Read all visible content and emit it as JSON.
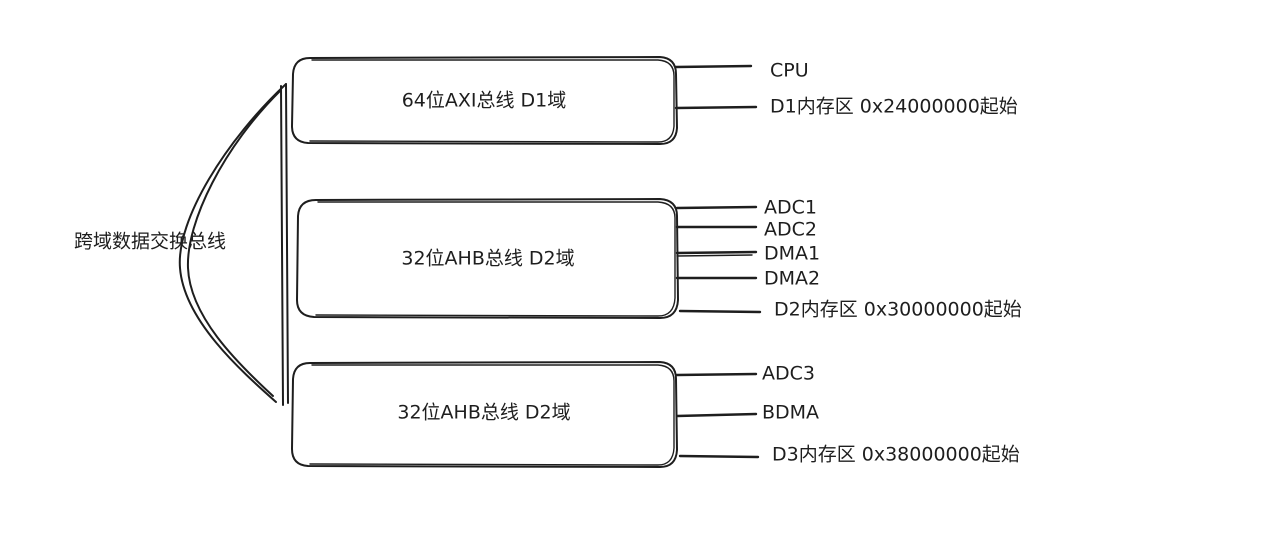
{
  "crossbar": {
    "label": "跨域数据交换总线"
  },
  "domains": [
    {
      "label": "64位AXI总线 D1域",
      "connections": [
        "CPU",
        "D1内存区 0x24000000起始"
      ]
    },
    {
      "label": "32位AHB总线 D2域",
      "connections": [
        "ADC1",
        "ADC2",
        "DMA1",
        "DMA2",
        "D2内存区 0x30000000起始"
      ]
    },
    {
      "label": "32位AHB总线 D2域",
      "connections": [
        "ADC3",
        "BDMA",
        "D3内存区 0x38000000起始"
      ]
    }
  ]
}
